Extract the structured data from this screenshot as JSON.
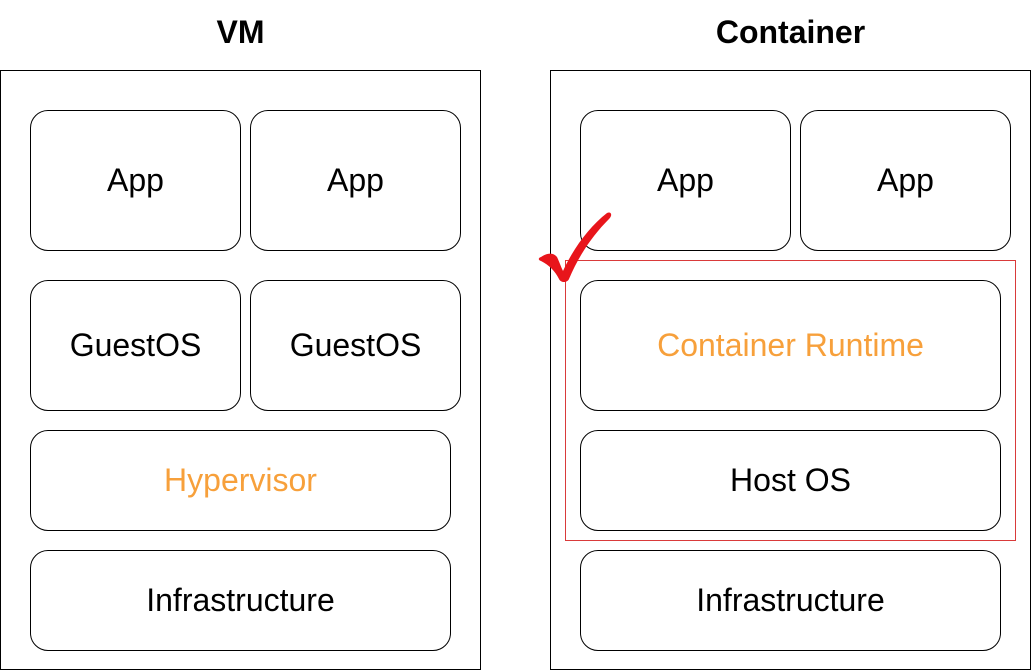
{
  "colors": {
    "accent_text": "#f7a03b",
    "highlight_border": "#d93a3a",
    "check_mark": "#e8151b"
  },
  "vm": {
    "title": "VM",
    "apps": [
      "App",
      "App"
    ],
    "guest_os": [
      "GuestOS",
      "GuestOS"
    ],
    "hypervisor": "Hypervisor",
    "infrastructure": "Infrastructure"
  },
  "container": {
    "title": "Container",
    "apps": [
      "App",
      "App"
    ],
    "runtime": "Container Runtime",
    "host_os": "Host OS",
    "infrastructure": "Infrastructure",
    "check_icon": "check-mark-icon"
  }
}
